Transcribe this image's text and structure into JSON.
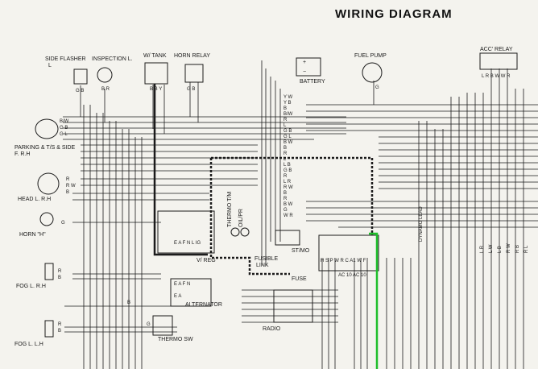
{
  "title": "WIRING DIAGRAM",
  "components": {
    "side_flasher": "SIDE FLASHER",
    "side_flasher_side": "L",
    "inspection_lamp": "INSPECTION L.",
    "w_tank": "W/ TANK",
    "horn_relay": "HORN RELAY",
    "battery": "BATTERY",
    "fuel_pump": "FUEL PUMP",
    "acc_relay": "ACC' RELAY",
    "parking_lamp_line1": "PARKING & T/S & SIDE",
    "parking_lamp_line2": "F. R.H",
    "head_lamp": "HEAD L. R.H",
    "horn": "HORN \"H\"",
    "fog_rh": "FOG L. R.H",
    "fog_lh": "FOG L. L.H",
    "alternator": "ALTERNATOR",
    "thermo_sw": "THERMO SW",
    "radio": "RADIO",
    "fuse": "FUSE",
    "fusible_link_line1": "FUSIBLE",
    "fusible_link_line2": "LINK",
    "st_mo": "ST/MO",
    "v_reg": "V/ REG",
    "thermo_t_m": "THERMO T/M",
    "oil_pr": "OIL/PR",
    "dynamo_lead": "DYNAMO LEAD"
  },
  "terminals": {
    "alternator_upper": "E A F N",
    "alternator_lower": "E A",
    "regulator": "E A F N L IG",
    "battery_pos": "+",
    "battery_neg": "−",
    "fuse_box_row": "H S P W  R  C  A1 W F",
    "fuse_box_codes": "AC 10  AC 10"
  },
  "wire_codes": {
    "side_flasher": "G B",
    "inspection": "B R",
    "w_tank": "B  B Y",
    "horn_relay": "G  B",
    "fuel_pump": "G",
    "acc_relay": "L R  B W  W R",
    "parking": [
      "B/W",
      "G B",
      "G L"
    ],
    "head_lamp": [
      "R",
      "R W",
      "B"
    ],
    "horn": "G",
    "fog_rh": [
      "R",
      "B"
    ],
    "fog_lh": [
      "R",
      "B"
    ],
    "alternator": "B",
    "thermo_sw": "G",
    "battery_bundle": [
      "Y W",
      "Y B",
      "B",
      "B/W",
      "R",
      "L",
      "G B",
      "G L",
      "B W",
      "B",
      "R",
      "L",
      "L B",
      "G B",
      "R",
      "L R",
      "R W",
      "B",
      "R",
      "B W",
      "G",
      "W R"
    ],
    "right_bundle": [
      "L R",
      "L W",
      "L B",
      "R W",
      "R B",
      "R L"
    ]
  },
  "colors": {
    "wire": "#1b1b1b",
    "highlight": "#1fbf2b",
    "background": "#f4f3ee"
  }
}
